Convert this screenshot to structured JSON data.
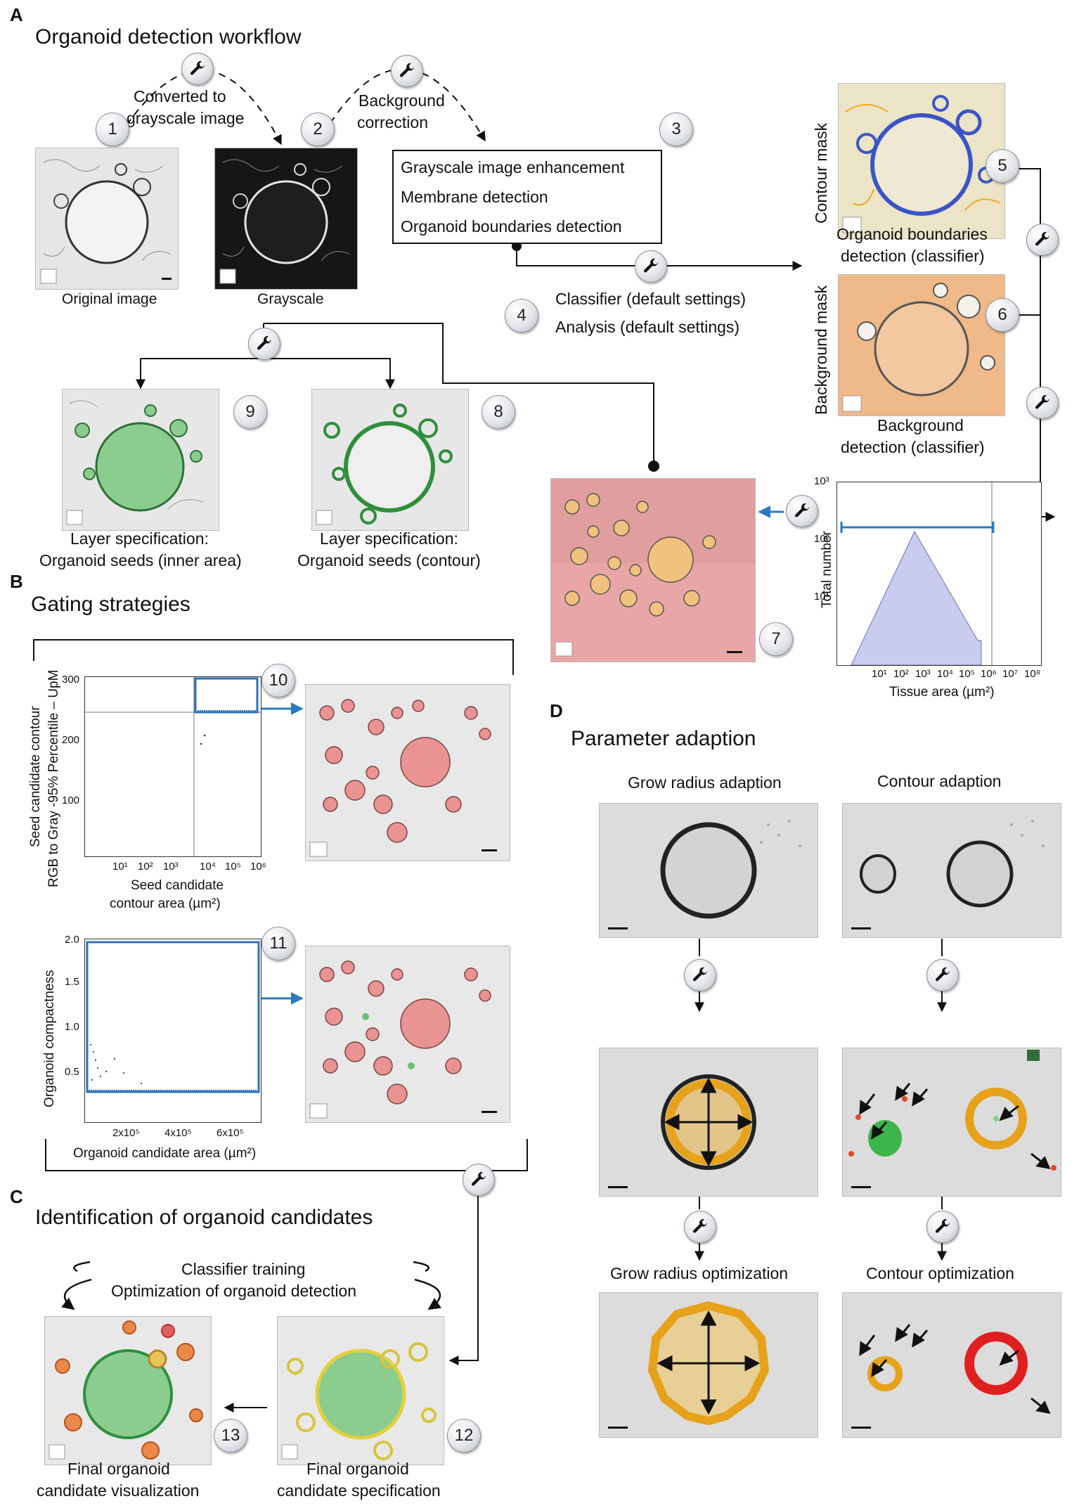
{
  "panel_a": {
    "letter": "A",
    "title": "Organoid detection workflow",
    "arc1_label": [
      "Converted to",
      "grayscale image"
    ],
    "arc2_label": [
      "Background",
      "correction"
    ],
    "step_labels": {
      "s1": "1",
      "s2": "2",
      "s3": "3",
      "s4": "4",
      "s5": "5",
      "s6": "6",
      "s7": "7",
      "s8": "8",
      "s9": "9",
      "s10": "10",
      "s11": "11",
      "s12": "12",
      "s13": "13"
    },
    "original_caption": "Original image",
    "grayscale_caption": "Grayscale",
    "box_lines": [
      "Grayscale image enhancement",
      "Membrane detection",
      "Organoid boundaries detection"
    ],
    "classifier_line": "Classifier (default settings)",
    "analysis_line": "Analysis (default settings)",
    "contour_mask": "Contour mask",
    "contour_caption": [
      "Organoid boundaries",
      "detection (classifier)"
    ],
    "background_mask": "Background mask",
    "background_caption": [
      "Background",
      "detection (classifier)"
    ],
    "seeds_inner_caption": [
      "Layer specification:",
      "Organoid seeds (inner area)"
    ],
    "seeds_contour_caption": [
      "Layer specification:",
      "Organoid seeds (contour)"
    ],
    "histogram": {
      "ylabel": "Total number",
      "xlabel": "Tissue area (µm²)",
      "y_ticks": [
        "10³",
        "10²",
        "10¹"
      ],
      "x_ticks": [
        "10¹",
        "10²",
        "10³",
        "10⁴",
        "10⁵",
        "10⁶",
        "10⁷",
        "10⁸"
      ]
    }
  },
  "panel_b": {
    "letter": "B",
    "title": "Gating strategies",
    "scatter1": {
      "ylabel": [
        "Seed candidate contour",
        "RGB to Gray -95% Percentile – UpM"
      ],
      "xlabel": [
        "Seed candidate",
        "contour area (µm²)"
      ],
      "y_ticks": [
        "300",
        "200",
        "100"
      ],
      "x_ticks": [
        "10¹",
        "10²",
        "10³",
        "10⁴",
        "10⁵",
        "10⁶"
      ]
    },
    "scatter2": {
      "ylabel": "Organoid compactness",
      "xlabel": "Organoid candidate area (µm²)",
      "y_ticks": [
        "2.0",
        "1.5",
        "1.0",
        "0.5"
      ],
      "x_ticks": [
        "2x10⁵",
        "4x10⁵",
        "6x10⁵"
      ]
    }
  },
  "panel_c": {
    "letter": "C",
    "title": "Identification of organoid candidates",
    "loop_lines": [
      "Classifier training",
      "Optimization of organoid detection"
    ],
    "final_vis_caption": [
      "Final organoid",
      "candidate visualization"
    ],
    "final_spec_caption": [
      "Final organoid",
      "candidate specification"
    ]
  },
  "panel_d": {
    "letter": "D",
    "title": "Parameter adaption",
    "col1": "Grow radius adaption",
    "col2": "Contour adaption",
    "opt1": "Grow radius optimization",
    "opt2": "Contour optimization"
  },
  "colors": {
    "blue_arrow": "#2a7bbf",
    "gate_blue": "#2f72b8",
    "contour_blue": "#3b55c6",
    "bg_orange": "#f0b989",
    "green_fill": "#8bcc8f",
    "green_ring": "#2f8f3d",
    "red_overlay": "#e79a9a",
    "yellow_ring": "#e6a21a",
    "histogram_fill": "#c9cbef"
  }
}
